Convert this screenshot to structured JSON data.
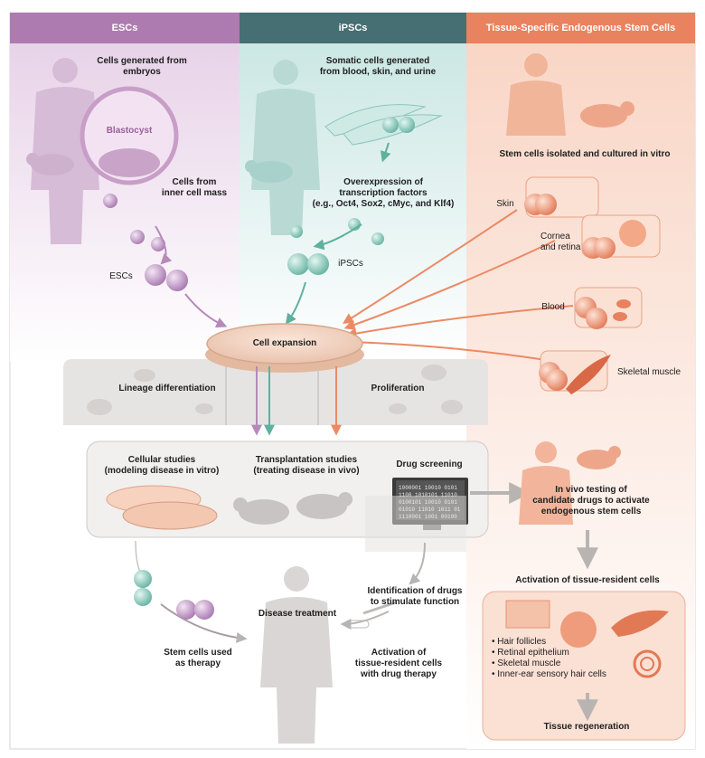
{
  "headers": {
    "escs": "ESCs",
    "ipscs": "iPSCs",
    "tissue": "Tissue-Specific Endogenous Stem Cells"
  },
  "escs": {
    "generated": "Cells generated from\nembryos",
    "blastocyst": "Blastocyst",
    "inner_mass": "Cells from\ninner cell mass",
    "escs_label": "ESCs"
  },
  "ipscs": {
    "somatic": "Somatic cells generated\nfrom blood, skin, and urine",
    "overexpression": "Overexpression of\ntranscription factors\n(e.g., Oct4, Sox2, cMyc, and Klf4)",
    "ipscs_label": "iPSCs"
  },
  "tissue": {
    "isolated": "Stem cells isolated and cultured in vitro",
    "skin": "Skin",
    "cornea": "Cornea\nand retina",
    "blood": "Blood",
    "skeletal": "Skeletal muscle"
  },
  "middle": {
    "expansion": "Cell expansion",
    "lineage": "Lineage differentiation",
    "proliferation": "Proliferation"
  },
  "studies": {
    "cellular": "Cellular studies\n(modeling disease in vitro)",
    "transplant": "Transplantation studies\n(treating disease in vivo)",
    "drug": "Drug screening",
    "binary": [
      "1000001 10010 0101",
      "1100 1010101 11010",
      "0100101 10010 0101",
      "01010 11010 1011 01",
      "1110001 1001 00100"
    ]
  },
  "invivo": {
    "testing": "In vivo testing of\ncandidate drugs to activate\nendogenous stem cells",
    "activation": "Activation of tissue-resident cells",
    "list": [
      "Hair follicles",
      "Retinal epithelium",
      "Skeletal muscle",
      "Inner-ear sensory hair cells"
    ],
    "regeneration": "Tissue regeneration"
  },
  "treatment": {
    "title": "Disease treatment",
    "stem_therapy": "Stem cells used\nas therapy",
    "identification": "Identification of drugs\nto stimulate function",
    "activation_drug": "Activation of\ntissue-resident cells\nwith drug therapy"
  },
  "colors": {
    "esc": "#ad7bb0",
    "ipsc": "#456f72",
    "tissue": "#e9825e",
    "esc_bg": "#efe1ef",
    "ipsc_bg": "#dcefec",
    "tissue_bg": "#fbe3d8",
    "gray": "#cbc8c6",
    "arrow_gray": "#b8b4b2"
  }
}
